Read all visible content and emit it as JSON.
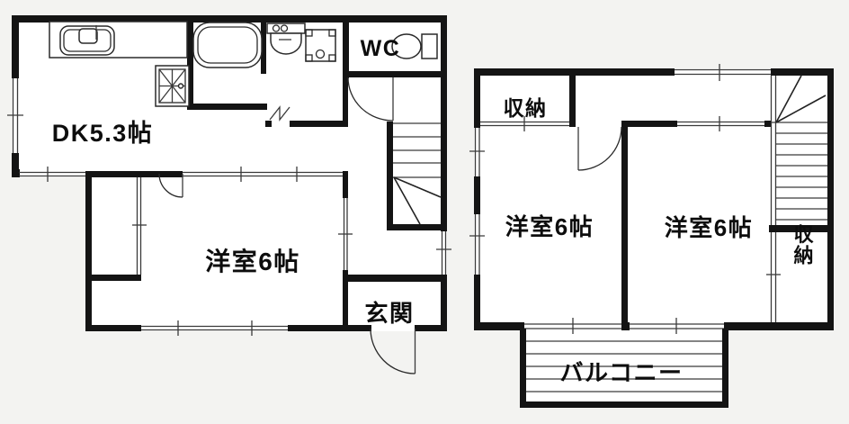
{
  "floorplan": {
    "floor1": {
      "dk": "DK5.3帖",
      "wc": "WC",
      "bedroom": "洋室6帖",
      "entrance": "玄関"
    },
    "floor2": {
      "closet_top": "収納",
      "bedroom_left": "洋室6帖",
      "bedroom_right": "洋室6帖",
      "closet_right": "収納",
      "balcony": "バルコニー"
    },
    "colors": {
      "wall": "#141414",
      "paper": "#f3f3f1",
      "room": "#ffffff",
      "line": "#3a3a3a"
    }
  }
}
